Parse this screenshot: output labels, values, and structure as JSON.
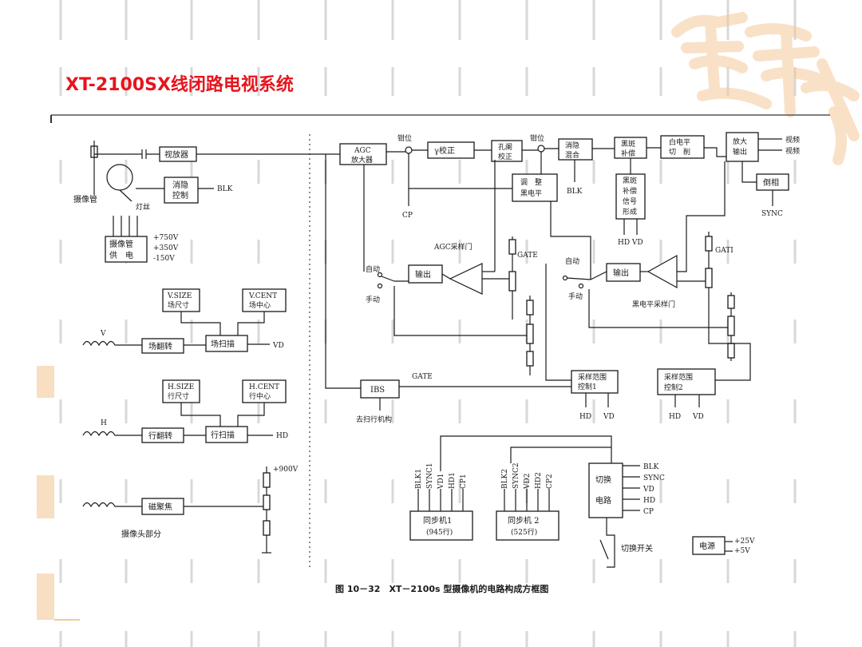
{
  "slide": {
    "title": "XT-2100SX线闭路电视系统",
    "accent_color": "#e8141c",
    "decoration_color": "#f4c99a"
  },
  "diagram": {
    "camera_section": {
      "tube_label": "摄像管",
      "lamp_label": "灯丝",
      "preamp": "视放器",
      "blank_control": [
        "消隐",
        "控制"
      ],
      "blk_in": "BLK",
      "tube_supply": [
        "摄像管",
        "供　电"
      ],
      "supply_voltages": [
        "+750V",
        "+350V",
        "-150V"
      ],
      "vsize": [
        "V.SIZE",
        "场尺寸"
      ],
      "vcent": [
        "V.CENT",
        "场中心"
      ],
      "v_coil": "V",
      "v_deflect": "场翻转",
      "v_scan": "场扫描",
      "vd_in": "VD",
      "hsize": [
        "H.SIZE",
        "行尺寸"
      ],
      "hcent": [
        "H.CENT",
        "行中心"
      ],
      "h_coil": "H",
      "h_deflect": "行翻转",
      "h_scan": "行扫描",
      "hd_in": "HD",
      "focus_supply": "+900V",
      "focus": "磁聚焦",
      "head_section": "摄像头部分"
    },
    "processing_section": {
      "clamp1": "钳位",
      "agc_amp": [
        "AGC",
        "放大器"
      ],
      "gamma": "γ校正",
      "aperture": [
        "孔阑",
        "校正"
      ],
      "clamp2": "钳位",
      "blank_mix": [
        "消隐",
        "混合"
      ],
      "black_comp": [
        "黑斑",
        "补偿"
      ],
      "white_clip": [
        "白电平",
        "切　削"
      ],
      "out_amp": [
        "放大",
        "输出"
      ],
      "video_out": [
        "视频",
        "视频"
      ],
      "invert": "倒相",
      "sync_in": "SYNC",
      "black_adj": [
        "调　整",
        "黑电平"
      ],
      "blk_in": "BLK",
      "cp_in": "CP",
      "black_comp_gen": [
        "黑斑",
        "补偿",
        "信号",
        "形成"
      ],
      "hd_vd_in": "HD VD",
      "agc_gate_title": "AGC采样门",
      "gate1": "GATE",
      "auto1": "自动",
      "manual1": "手动",
      "output1": "输出",
      "gate2": "GATI",
      "auto2": "自动",
      "manual2": "手动",
      "output2": "输出",
      "black_gate_title": "黑电平采样门",
      "ibs": "IBS",
      "ibs_gate": "GATE",
      "to_scan": "去扫行机构",
      "range_ctrl1": [
        "采样范围",
        "控制1"
      ],
      "range_ctrl2": [
        "采样范围",
        "控制2"
      ],
      "hd": "HD",
      "vd": "VD"
    },
    "sync_section": {
      "gen1_signals": [
        "BLK1",
        "SYNC1",
        "VD1",
        "HD1",
        "CP1"
      ],
      "gen1": [
        "同步机1",
        "(945行)"
      ],
      "gen2_signals": [
        "BLK2",
        "SYNC2",
        "VD2",
        "HD2",
        "CP2"
      ],
      "gen2": [
        "同步机 2",
        "(525行)"
      ],
      "switch_circuit": [
        "切换",
        "电路"
      ],
      "outputs": [
        "BLK",
        "SYNC",
        "VD",
        "HD",
        "CP"
      ],
      "switch": "切换开关",
      "power": "电源",
      "power_voltages": [
        "+25V",
        "+5V"
      ]
    },
    "caption": "图 10－32　XT－2100s 型摄像机的电路构成方框图"
  }
}
